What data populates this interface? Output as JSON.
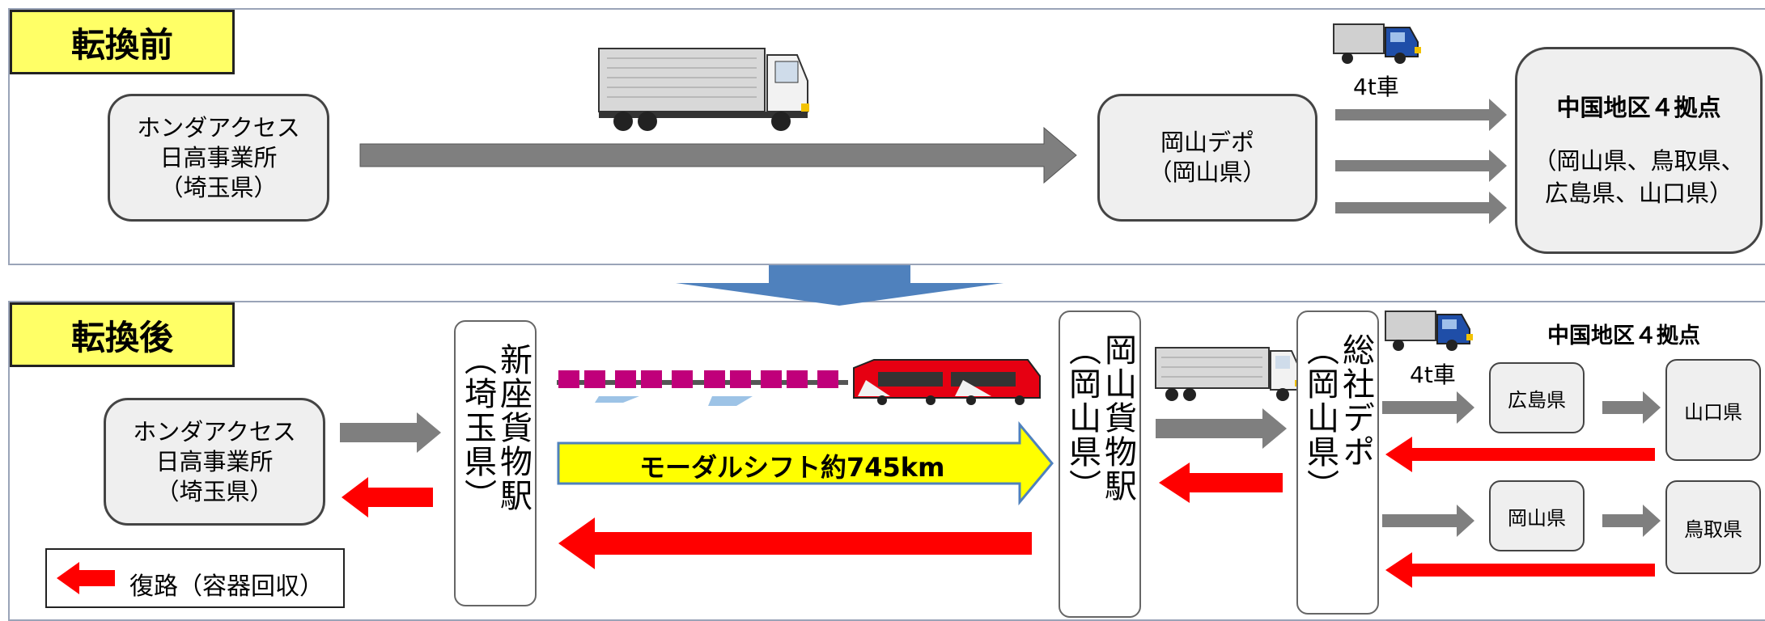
{
  "before": {
    "tag": "転換前",
    "origin": [
      "ホンダアクセス",
      "日高事業所",
      "（埼玉県）"
    ],
    "depot": [
      "岡山デポ",
      "（岡山県）"
    ],
    "truck_label": "4t車",
    "dest_title": "中国地区４拠点",
    "dest_detail": [
      "（岡山県、鳥取県、",
      "広島県、山口県）"
    ]
  },
  "after": {
    "tag": "転換後",
    "origin": [
      "ホンダアクセス",
      "日高事業所",
      "（埼玉県）"
    ],
    "station1": {
      "name": "新座貨物駅",
      "pref": "（埼玉県）"
    },
    "station2": {
      "name": "岡山貨物駅",
      "pref": "（岡山県）"
    },
    "depot": {
      "name": "総社デポ",
      "pref": "（岡山県）"
    },
    "modal_shift": "モーダルシフト約745km",
    "truck_label": "4t車",
    "dest_title": "中国地区４拠点",
    "nodes": [
      "広島県",
      "山口県",
      "岡山県",
      "鳥取県"
    ]
  },
  "legend": {
    "label": "復路（容器回収）"
  },
  "colors": {
    "gray_arrow": "#7f7f7f",
    "red_arrow": "#ff0000",
    "yellow_arrow": "#ffff00",
    "tag_yellow": "#ffff66"
  },
  "icons": [
    "truck-large-icon",
    "truck-small-icon",
    "freight-train-icon",
    "transition-arrow-icon"
  ]
}
